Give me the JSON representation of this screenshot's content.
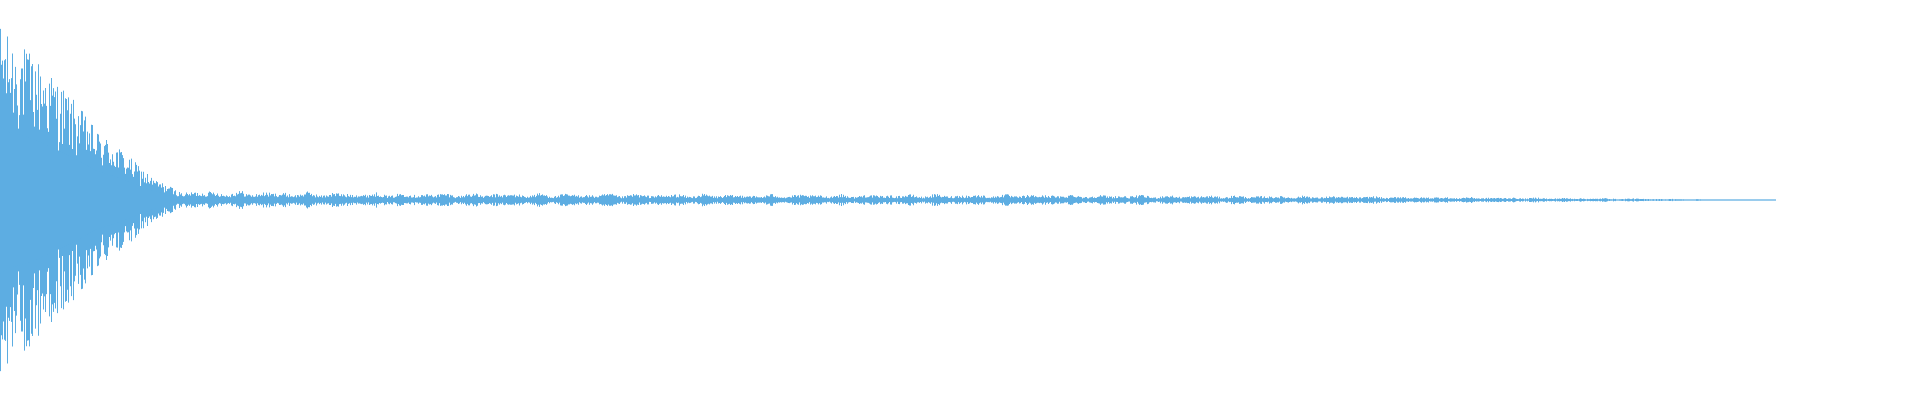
{
  "waveform": {
    "color": "#5dade2",
    "background": "#ffffff",
    "peak_envelope": [
      [
        0.0,
        1.0
      ],
      [
        0.005,
        0.92
      ],
      [
        0.012,
        0.88
      ],
      [
        0.02,
        0.8
      ],
      [
        0.03,
        0.68
      ],
      [
        0.04,
        0.55
      ],
      [
        0.05,
        0.4
      ],
      [
        0.06,
        0.32
      ],
      [
        0.07,
        0.22
      ],
      [
        0.08,
        0.12
      ],
      [
        0.09,
        0.07
      ],
      [
        0.1,
        0.06
      ],
      [
        0.15,
        0.05
      ],
      [
        0.2,
        0.045
      ],
      [
        0.3,
        0.04
      ],
      [
        0.4,
        0.035
      ],
      [
        0.5,
        0.035
      ],
      [
        0.55,
        0.035
      ],
      [
        0.6,
        0.03
      ],
      [
        0.65,
        0.028
      ],
      [
        0.7,
        0.025
      ],
      [
        0.75,
        0.02
      ],
      [
        0.8,
        0.015
      ],
      [
        0.85,
        0.01
      ],
      [
        0.88,
        0.006
      ],
      [
        0.9,
        0.004
      ],
      [
        0.915,
        0.003
      ],
      [
        0.925,
        0.0
      ]
    ]
  }
}
